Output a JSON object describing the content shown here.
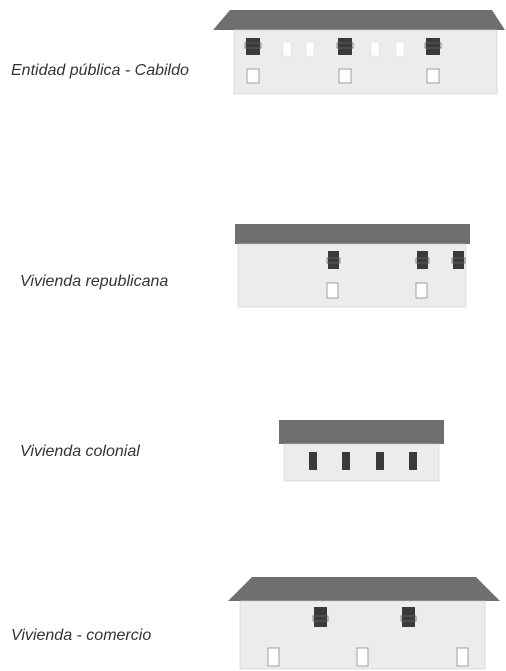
{
  "buildings": [
    {
      "id": "cabildo",
      "label": "Entidad pública - Cabildo"
    },
    {
      "id": "republicana",
      "label": "Vivienda republicana"
    },
    {
      "id": "colonial",
      "label": "Vivienda colonial"
    },
    {
      "id": "comercio",
      "label": "Vivienda - comercio"
    }
  ],
  "colors": {
    "roof": "#6f6f6f",
    "wall": "#ececec",
    "window": "#3a3a3a",
    "text": "#333333"
  }
}
